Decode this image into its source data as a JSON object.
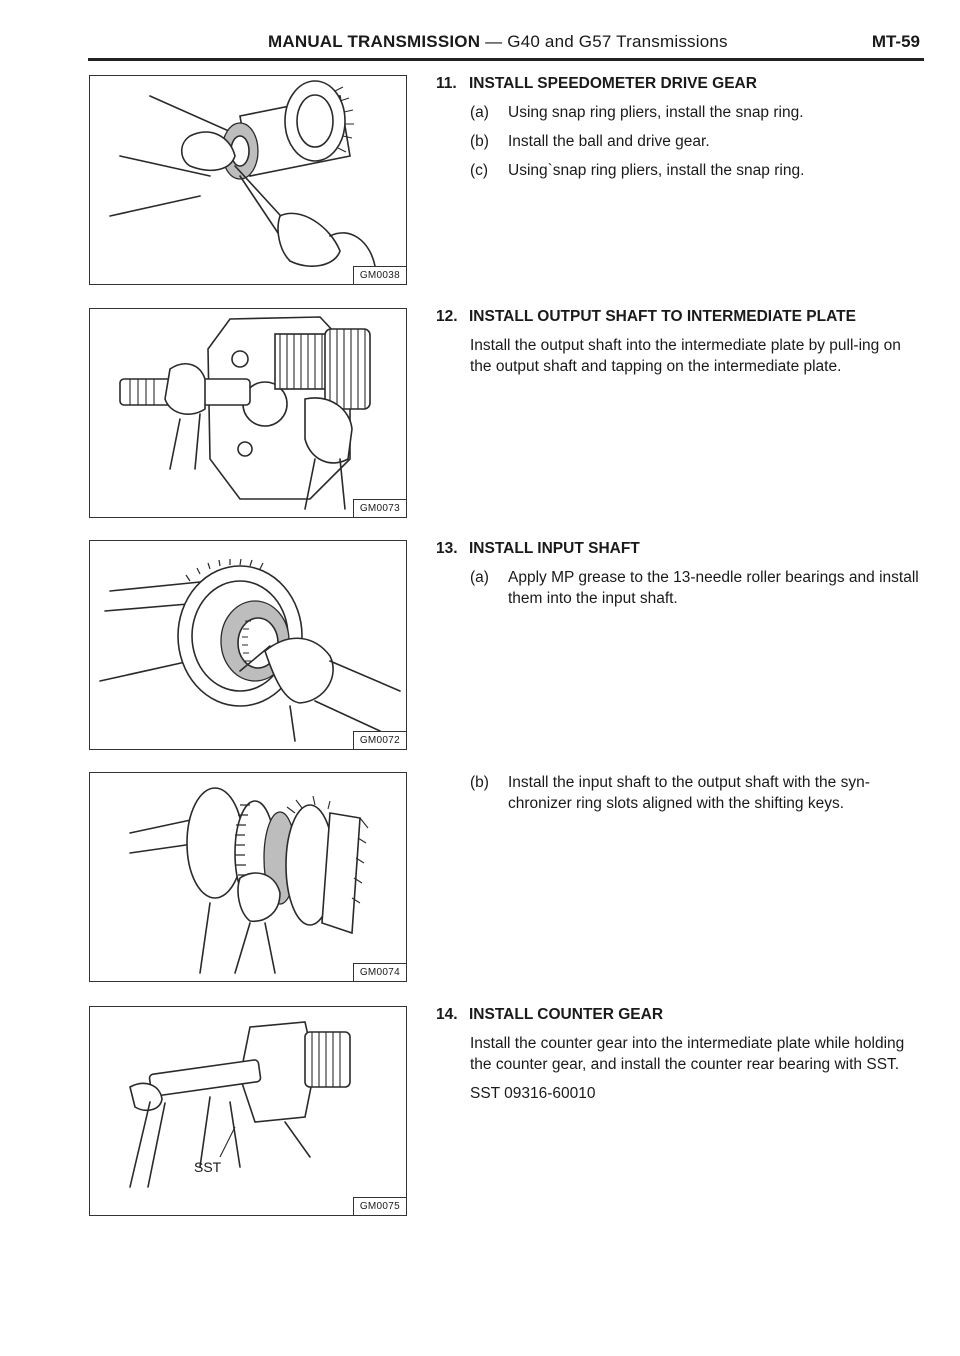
{
  "header": {
    "title_bold": "MANUAL TRANSMISSION",
    "title_rest": " — G40 and G57 Transmissions",
    "page_number": "MT-59"
  },
  "figures": [
    {
      "code": "GM0038",
      "icon": "snap-ring-pliers-illustration"
    },
    {
      "code": "GM0073",
      "icon": "output-shaft-intermediate-plate-illustration"
    },
    {
      "code": "GM0072",
      "icon": "needle-roller-bearing-illustration"
    },
    {
      "code": "GM0074",
      "icon": "synchronizer-ring-illustration"
    },
    {
      "code": "GM0075",
      "icon": "counter-gear-sst-illustration",
      "label": "SST"
    }
  ],
  "steps": [
    {
      "number": "11.",
      "title": "INSTALL SPEEDOMETER DRIVE GEAR",
      "subs": [
        {
          "label": "(a)",
          "text": "Using snap ring pliers, install the snap ring."
        },
        {
          "label": "(b)",
          "text": "Install the ball and drive gear."
        },
        {
          "label": "(c)",
          "text": "Using`snap ring pliers, install the snap ring."
        }
      ]
    },
    {
      "number": "12.",
      "title": "INSTALL OUTPUT SHAFT TO INTERMEDIATE PLATE",
      "text": "Install the output shaft into the intermediate plate by pull-ing on the output shaft and tapping on the intermediate plate."
    },
    {
      "number": "13.",
      "title": "INSTALL INPUT SHAFT",
      "subs": [
        {
          "label": "(a)",
          "text": "Apply MP grease to the 13-needle roller bearings and install them into the input shaft."
        },
        {
          "label": "(b)",
          "text": "Install the input shaft to the output shaft with the syn-chronizer ring slots aligned with the shifting keys."
        }
      ]
    },
    {
      "number": "14.",
      "title": "INSTALL COUNTER GEAR",
      "text": "Install the counter gear into the intermediate plate while holding the counter gear, and install the counter rear bearing with SST.",
      "sst": "SST 09316-60010"
    }
  ]
}
